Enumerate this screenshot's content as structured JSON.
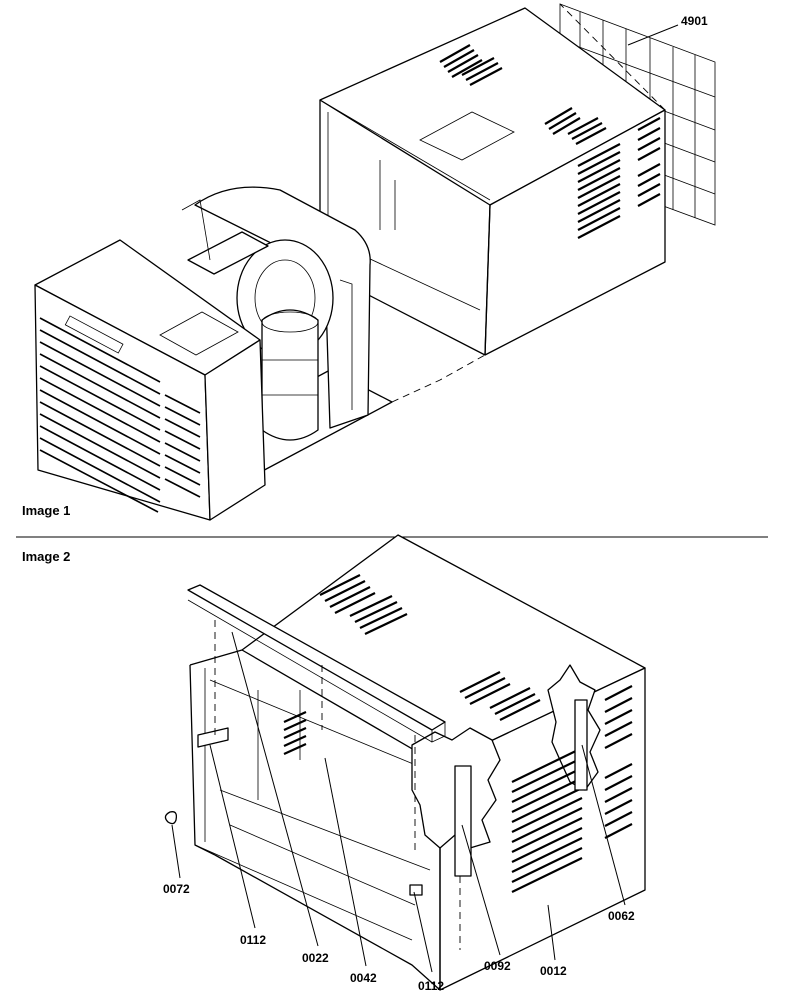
{
  "figures": [
    {
      "caption": "Image 1"
    },
    {
      "caption": "Image 2"
    }
  ],
  "callouts_image1": [
    "4901"
  ],
  "callouts_image2": [
    "0072",
    "0112",
    "0022",
    "0042",
    "0112",
    "0092",
    "0012",
    "0062"
  ],
  "colors": {
    "ink": "#000000",
    "paper": "#ffffff"
  }
}
